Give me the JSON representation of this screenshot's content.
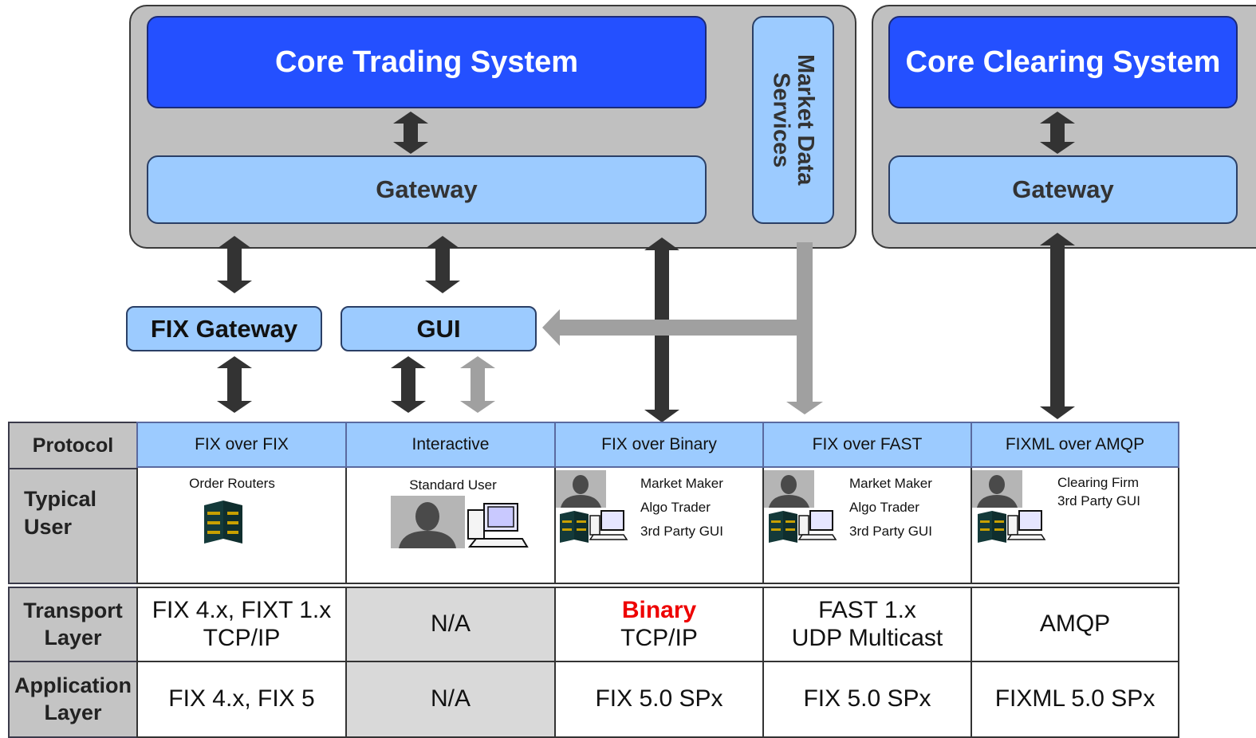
{
  "trading": {
    "core_title": "Core Trading System",
    "gateway": "Gateway",
    "market_data": "Market Data Services"
  },
  "clearing": {
    "core_title": "Core Clearing System",
    "gateway": "Gateway"
  },
  "access": {
    "fix_gateway": "FIX Gateway",
    "gui": "GUI"
  },
  "table": {
    "row_headers": {
      "protocol": "Protocol",
      "typical_user": "Typical User",
      "transport": "Transport Layer",
      "application": "Application Layer"
    },
    "columns": [
      {
        "protocol": "FIX over FIX",
        "users": [
          "Order Routers"
        ],
        "transport": [
          "FIX 4.x, FIXT 1.x",
          "TCP/IP"
        ],
        "application": "FIX 4.x, FIX 5"
      },
      {
        "protocol": "Interactive",
        "users": [
          "Standard User"
        ],
        "transport": [
          "N/A"
        ],
        "application": "N/A"
      },
      {
        "protocol": "FIX over Binary",
        "users": [
          "Market Maker",
          "Algo Trader",
          "3rd Party GUI"
        ],
        "transport": [
          "Binary",
          "TCP/IP"
        ],
        "application": "FIX 5.0 SPx"
      },
      {
        "protocol": "FIX over FAST",
        "users": [
          "Market Maker",
          "Algo Trader",
          "3rd Party GUI"
        ],
        "transport": [
          "FAST 1.x",
          "UDP Multicast"
        ],
        "application": "FIX 5.0 SPx"
      },
      {
        "protocol": "FIXML over AMQP",
        "users": [
          "Clearing Firm",
          "3rd Party GUI"
        ],
        "transport": [
          "AMQP"
        ],
        "application": "FIXML 5.0 SPx"
      }
    ]
  },
  "colors": {
    "core_blue": "#2450ff",
    "light_blue": "#9ccbff",
    "container_gray": "#c0c0c0",
    "highlight_red": "#ee0000"
  }
}
